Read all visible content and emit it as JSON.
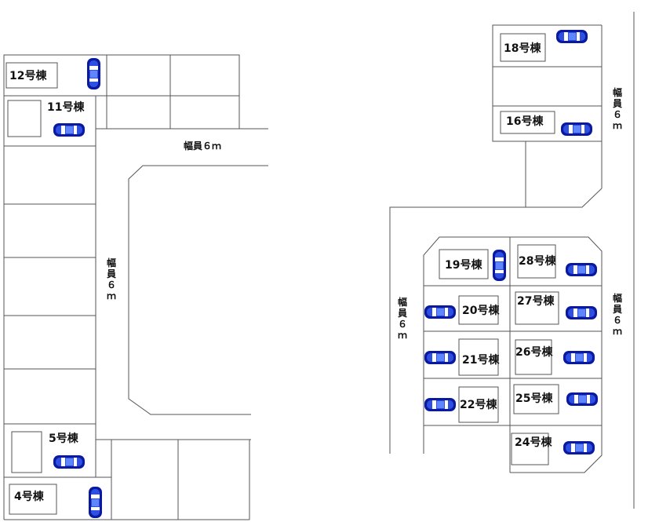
{
  "colors": {
    "car_body": "#0a1aa0",
    "car_highlight": "#5f86ff",
    "car_glass": "#ffffff",
    "line": "#555555"
  },
  "roads": {
    "left_horizontal": [
      "幅員６ｍ"
    ],
    "left_vertical": [
      "幅",
      "員",
      "６",
      "ｍ"
    ],
    "right_top_vertical": [
      "幅",
      "員",
      "６",
      "ｍ"
    ],
    "right_bottom_left_vertical": [
      "幅",
      "員",
      "６",
      "ｍ"
    ],
    "right_bottom_right_vertical": [
      "幅",
      "員",
      "６",
      "ｍ"
    ]
  },
  "lots": {
    "l4": "4号棟",
    "l5": "5号棟",
    "l11": "11号棟",
    "l12": "12号棟",
    "l16": "16号棟",
    "l18": "18号棟",
    "l19": "19号棟",
    "l20": "20号棟",
    "l21": "21号棟",
    "l22": "22号棟",
    "l24": "24号棟",
    "l25": "25号棟",
    "l26": "26号棟",
    "l27": "27号棟",
    "l28": "28号棟"
  }
}
